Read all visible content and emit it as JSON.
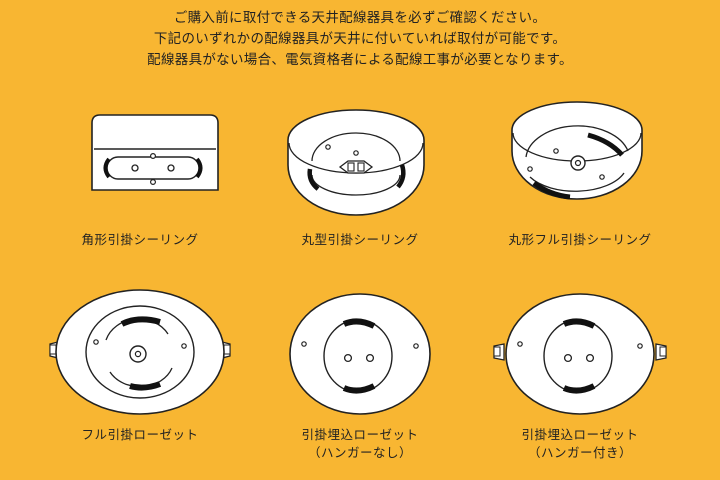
{
  "intro": {
    "line1": "ご購入前に取付できる天井配線器具を必ずご確認ください。",
    "line2": "下記のいずれかの配線器具が天井に付いていれば取付が可能です。",
    "line3": "配線器具がない場合、電気資格者による配線工事が必要となります。"
  },
  "items": [
    {
      "label": "角形引掛シーリング",
      "sub": "",
      "icon": "square-ceiling-hook-icon"
    },
    {
      "label": "丸型引掛シーリング",
      "sub": "",
      "icon": "round-ceiling-hook-icon"
    },
    {
      "label": "丸形フル引掛シーリング",
      "sub": "",
      "icon": "round-full-ceiling-hook-icon"
    },
    {
      "label": "フル引掛ローゼット",
      "sub": "",
      "icon": "full-hook-rosette-icon"
    },
    {
      "label": "引掛埋込ローゼット",
      "sub": "（ハンガーなし）",
      "icon": "embedded-rosette-icon"
    },
    {
      "label": "引掛埋込ローゼット",
      "sub": "（ハンガー付き）",
      "icon": "embedded-rosette-hanger-icon"
    }
  ],
  "colors": {
    "background": "#F8B632",
    "fixture_fill": "#FFFFFF",
    "outline": "#222222",
    "terminal": "#111111"
  }
}
